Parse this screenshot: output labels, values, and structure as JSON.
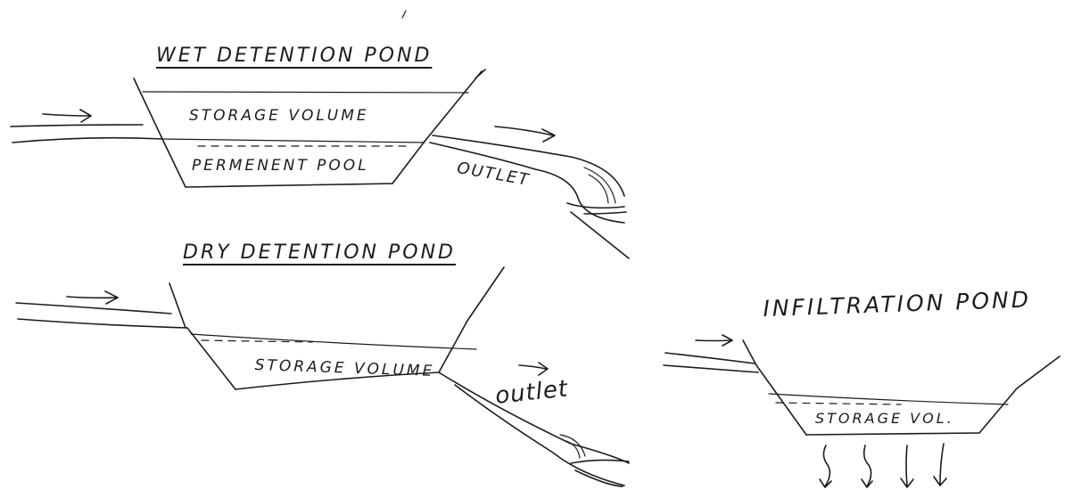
{
  "diagrams": {
    "wet": {
      "title": "WET DETENTION POND",
      "upper_zone": "STORAGE VOLUME",
      "lower_zone": "PERMENENT POOL",
      "outlet": "OUTLET"
    },
    "dry": {
      "title": "DRY DETENTION POND",
      "zone": "STORAGE VOLUME",
      "outlet": "outlet"
    },
    "infiltration": {
      "title": "INFILTRATION POND",
      "zone": "STORAGE VOL."
    }
  },
  "colors": {
    "ink": "#1c1c1c",
    "paper": "#ffffff"
  }
}
